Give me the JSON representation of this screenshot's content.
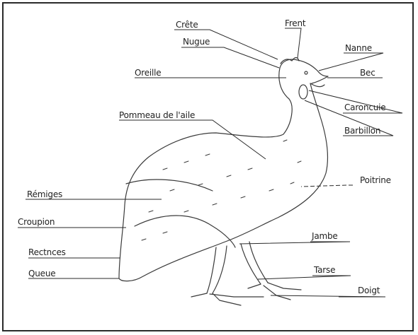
{
  "diagram": {
    "labels": {
      "crete": "Crête",
      "nuque": "Nugue",
      "oreille": "Oreille",
      "front": "Frent",
      "nanne": "Nanne",
      "bec": "Bec",
      "caroncule": "Caroncuie",
      "barbillon": "Barbillon",
      "pommeau": "Pommeau de l'aile",
      "poitrine": "Poitrine",
      "remiges": "Rémiges",
      "croupion": "Croupion",
      "rectrices": "Rectnces",
      "queue": "Queue",
      "jambe": "Jambe",
      "tarse": "Tarse",
      "doigt": "Doigt"
    }
  }
}
